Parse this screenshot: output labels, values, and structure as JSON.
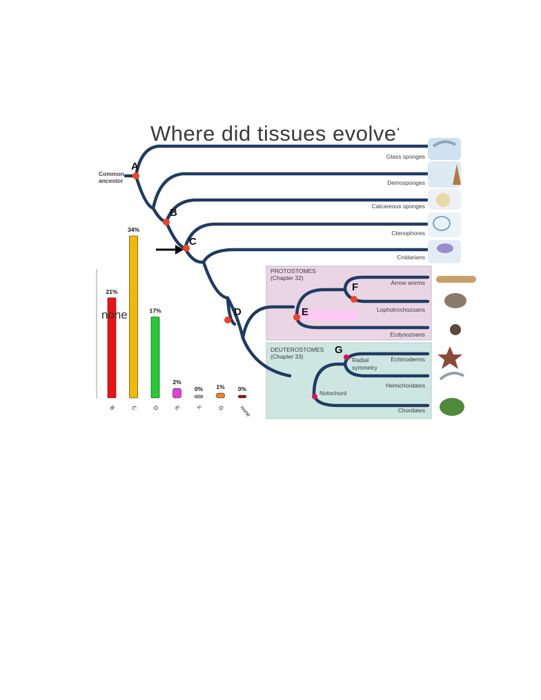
{
  "slide": {
    "title": "Where did tissues evolve?",
    "overlay_text": "none"
  },
  "tree": {
    "root_label": [
      "Common",
      "ancestor"
    ],
    "node_letters": [
      "A",
      "B",
      "C",
      "D",
      "E",
      "F",
      "G"
    ],
    "taxa": [
      "Glass sponges",
      "Demosponges",
      "Calcareous sponges",
      "Ctenophores",
      "Cnidarians",
      "Arrow worms",
      "Lophotrochozoans",
      "Ecdysozoans",
      "Echinoderms",
      "Hemichordates",
      "Chordates"
    ],
    "protostomes_box": [
      "PROTOSTOMES",
      "(Chapter 32)"
    ],
    "deuterostomes_box": [
      "DEUTEROSTOMES",
      "(Chapter 33)"
    ],
    "trait_radial": [
      "Radial",
      "symmetry"
    ],
    "trait_notochord": "Notochord",
    "colors": {
      "branch": "#1f3b63",
      "node": "#ee4422",
      "node_magenta": "#d4145a",
      "proto_bg": "#ead5e4",
      "deutero_bg": "#cde6e2"
    }
  },
  "chart_data": {
    "type": "bar",
    "categories": [
      "B",
      "C",
      "D",
      "E",
      "F",
      "G",
      "none"
    ],
    "values": [
      21,
      34,
      17,
      2,
      0,
      1,
      0
    ],
    "labels": [
      "21%",
      "34%",
      "17%",
      "2%",
      "0%",
      "1%",
      "0%"
    ],
    "colors": [
      "#ee1111",
      "#f5b800",
      "#22cc33",
      "#e040e0",
      "#aaaaaa",
      "#f08020",
      "#8b1a1a"
    ],
    "ylim": [
      0,
      34
    ]
  }
}
